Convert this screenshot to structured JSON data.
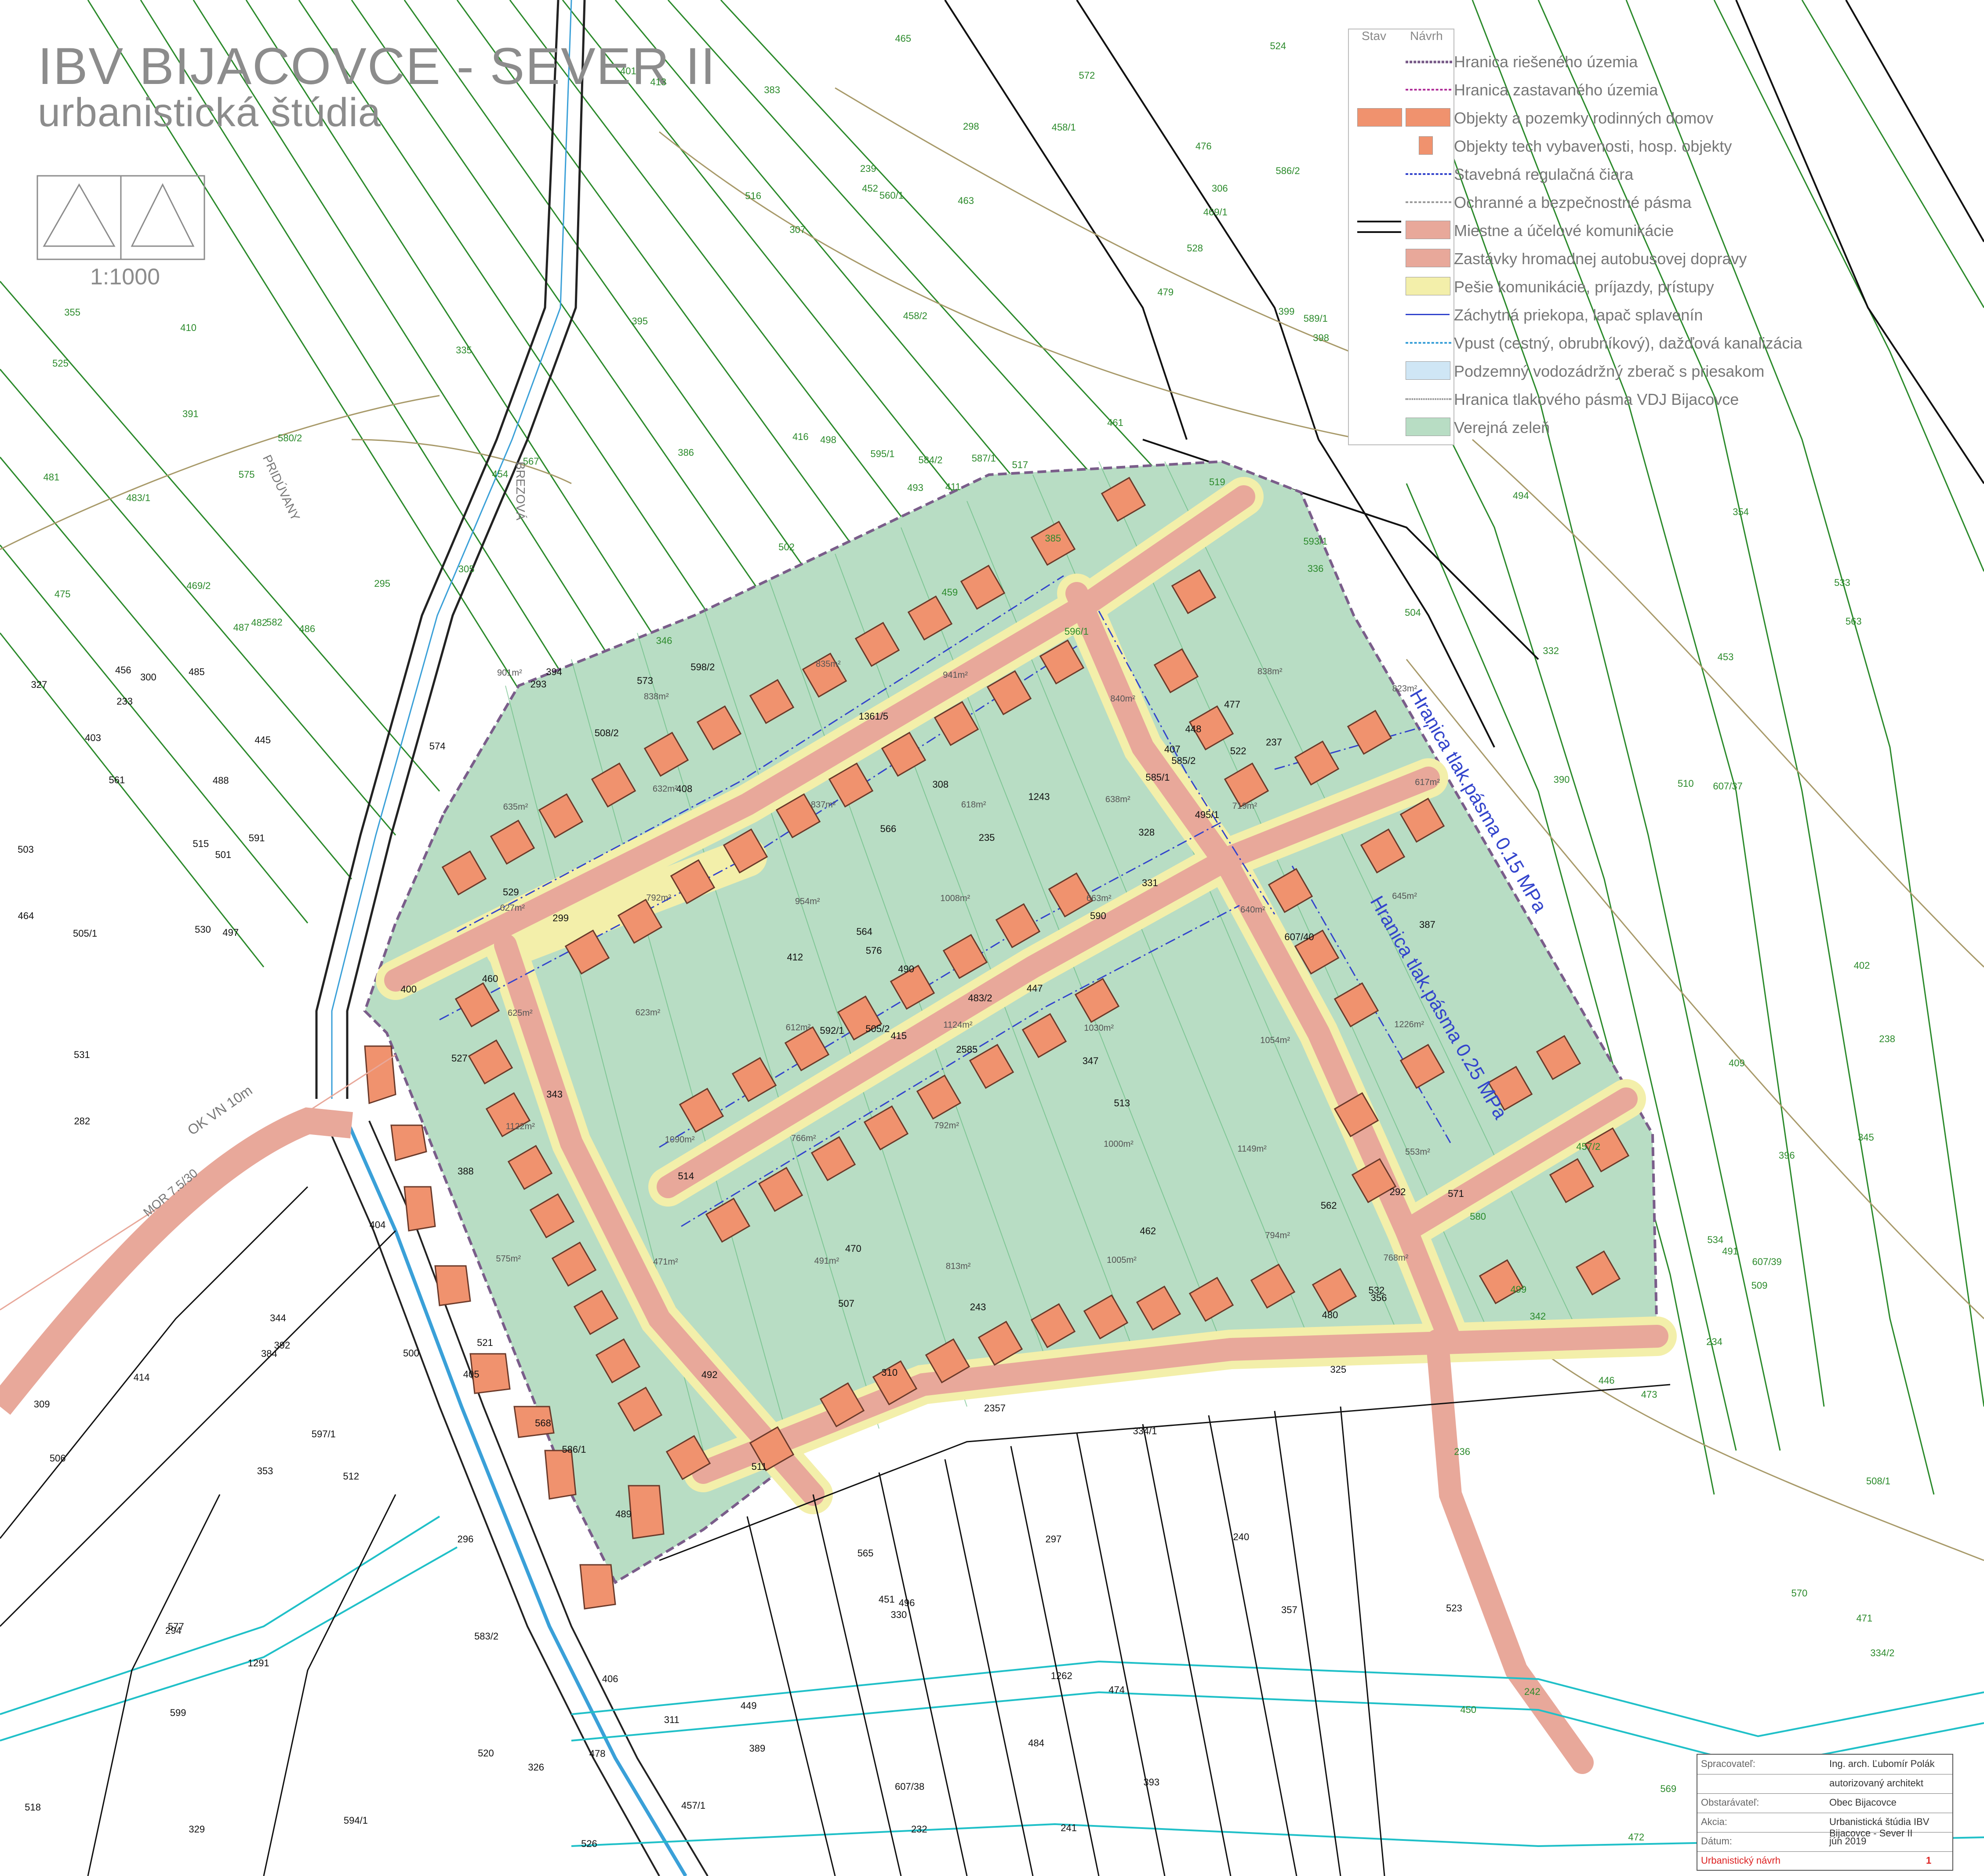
{
  "title": {
    "line1": "IBV BIJACOVCE - SEVER II",
    "line2": "urbanistická štúdia"
  },
  "scale": "1:1000",
  "legend": {
    "col_stav": "Stav",
    "col_navrh": "Návrh",
    "items": [
      {
        "label": "Hranica riešeného územia",
        "icon": "dashed-purple-line"
      },
      {
        "label": "Hranica zastavaného územia",
        "icon": "dash-dot-magenta-line"
      },
      {
        "label": "Objekty a pozemky rodinných domov",
        "icon": "orange-house-square"
      },
      {
        "label": "Objekty tech vybavenosti, hosp. objekty",
        "icon": "small-building"
      },
      {
        "label": "Stavebná regulačná čiara",
        "icon": "blue-dash-dot-line"
      },
      {
        "label": "Ochranné a bezpečnostné pásma",
        "icon": "gray-dash-dot-line"
      },
      {
        "label": "Miestne a účelové komunikácie",
        "icon": "salmon-road"
      },
      {
        "label": "Zastávky hromadnej autobusovej dopravy",
        "icon": "bus-stop"
      },
      {
        "label": "Pešie komunikácie, príjazdy, prístupy",
        "icon": "footpath"
      },
      {
        "label": "Záchytná priekopa, lapač splavenín",
        "icon": "ditch"
      },
      {
        "label": "Vpust (cestný, obrubníkový), dažďová kanalizácia",
        "icon": "drain-line"
      },
      {
        "label": "Podzemný vodozádržný zberač s priesakom",
        "icon": "blue-tank"
      },
      {
        "label": "Hranica tlakového pásma VDJ Bijacovce",
        "icon": "dotted-line"
      },
      {
        "label": "Verejná zeleň",
        "icon": "green-fill"
      }
    ]
  },
  "annotations": {
    "pressure_zone_1": "Hranica tlak.pásma 0.15 MPa",
    "pressure_zone_2": "Hranica tlak.pásma 0.25 MPa",
    "power_line": "OK VN 10m",
    "power_line_2": "MOR 7.5/30",
    "road_label": "PRIDÚVANY",
    "street_label": "BREZOVÁ"
  },
  "parcels": [
    "2585",
    "575",
    "576",
    "577",
    "585/1",
    "586/1",
    "586/2",
    "587/1",
    "589/1",
    "590",
    "591",
    "592/1",
    "593/1",
    "594/1",
    "595/1",
    "596/1",
    "597/1",
    "598/2",
    "599",
    "583/2",
    "584/2",
    "585/2",
    "580",
    "580/2",
    "560/1",
    "561",
    "562",
    "563",
    "564",
    "565",
    "566",
    "567",
    "568",
    "569",
    "570",
    "571",
    "572",
    "573",
    "574",
    "325",
    "326",
    "327",
    "328",
    "329",
    "330",
    "331",
    "353",
    "354",
    "355",
    "356",
    "357",
    "296",
    "297",
    "298",
    "299",
    "300",
    "305",
    "306",
    "307",
    "308",
    "309",
    "310",
    "311",
    "292",
    "293",
    "294",
    "295",
    "282",
    "1361/5",
    "1262",
    "1243",
    "1291",
    "607/40",
    "607/39",
    "607/38",
    "607/37",
    "243",
    "242",
    "241",
    "240",
    "239",
    "238",
    "237",
    "236",
    "235",
    "234",
    "233",
    "232",
    "399",
    "398",
    "400",
    "401",
    "402",
    "403",
    "404",
    "405",
    "406",
    "407",
    "408",
    "409",
    "410",
    "411",
    "412",
    "413",
    "414",
    "415",
    "416",
    "383",
    "384",
    "385",
    "386",
    "387",
    "388",
    "389",
    "390",
    "391",
    "392",
    "393",
    "394",
    "395",
    "396",
    "342",
    "343",
    "344",
    "345",
    "346",
    "347",
    "445",
    "446",
    "447",
    "448",
    "449",
    "450",
    "451",
    "452",
    "453",
    "454",
    "456",
    "457/1",
    "457/2",
    "458/1",
    "458/2",
    "459",
    "460",
    "461",
    "462",
    "463",
    "464",
    "465",
    "469/1",
    "469/2",
    "470",
    "471",
    "472",
    "473",
    "474",
    "475",
    "476",
    "477",
    "478",
    "479",
    "480",
    "481",
    "482",
    "483/1",
    "483/2",
    "484",
    "485",
    "486",
    "487",
    "488",
    "489",
    "490",
    "491",
    "492",
    "493",
    "494",
    "495/1",
    "496",
    "497",
    "498",
    "499",
    "500",
    "501",
    "502",
    "503",
    "504",
    "505/1",
    "505/2",
    "506",
    "507",
    "508/1",
    "508/2",
    "509",
    "510",
    "511",
    "512",
    "513",
    "514",
    "515",
    "516",
    "517",
    "518",
    "519",
    "520",
    "521",
    "522",
    "523",
    "524",
    "525",
    "526",
    "527",
    "528",
    "529",
    "530",
    "531",
    "532",
    "533",
    "534",
    "582",
    "2357",
    "334/1",
    "334/2",
    "335",
    "336",
    "332"
  ],
  "plot_areas": [
    "901m²",
    "838m²",
    "835m²",
    "941m²",
    "840m²",
    "838m²",
    "823m²",
    "635m²",
    "632m²",
    "837m²",
    "618m²",
    "638m²",
    "719m²",
    "617m²",
    "627m²",
    "792m²",
    "954m²",
    "1008m²",
    "663m²",
    "640m²",
    "645m²",
    "625m²",
    "623m²",
    "612m²",
    "1124m²",
    "1030m²",
    "1054m²",
    "1226m²",
    "1122m²",
    "1090m²",
    "766m²",
    "792m²",
    "1000m²",
    "1149m²",
    "553m²",
    "575m²",
    "471m²",
    "491m²",
    "813m²",
    "1005m²",
    "794m²",
    "768m²"
  ],
  "stamp": {
    "rows": [
      {
        "k": "Spracovateľ:",
        "v": "Ing. arch. Ľubomír Polák"
      },
      {
        "k": "",
        "v": "autorizovaný architekt"
      },
      {
        "k": "Obstarávateľ:",
        "v": "Obec Bijacovce"
      },
      {
        "k": "Akcia:",
        "v": "Urbanistická štúdia IBV Bijacovce - Sever II"
      },
      {
        "k": "Dátum:",
        "v": "jún 2019"
      },
      {
        "k": "Urbanistický návrh",
        "v": "1"
      }
    ]
  },
  "colors": {
    "green_fill": "#b8ddc4",
    "road": "#e8a89a",
    "house": "#f0926e",
    "boundary": "#7a5d8a",
    "contour": "#a89a6a",
    "parcel_line": "#2b8a2b",
    "water": "#3aa0d8",
    "cyan": "#20c0c8"
  }
}
